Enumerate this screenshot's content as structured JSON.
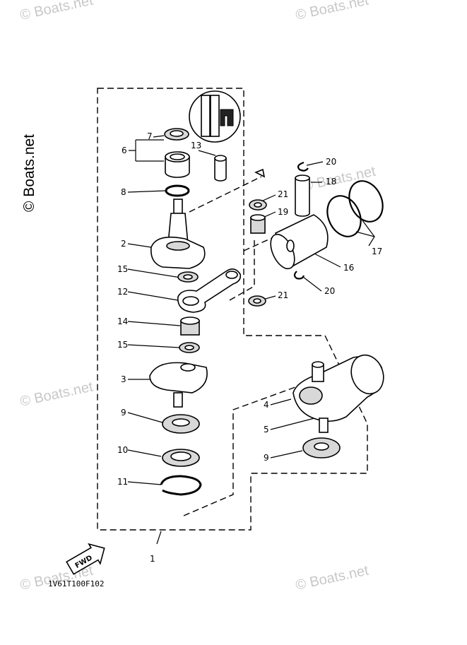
{
  "watermark": "© Boats.net",
  "diagram_code": "1V61T100F102",
  "fwd_label": "FWD",
  "callouts": {
    "c1": "1",
    "c2": "2",
    "c3": "3",
    "c4": "4",
    "c5": "5",
    "c6": "6",
    "c7": "7",
    "c8": "8",
    "c9a": "9",
    "c9b": "9",
    "c10": "10",
    "c11": "11",
    "c12": "12",
    "c13": "13",
    "c14": "14",
    "c15a": "15",
    "c15b": "15",
    "c16": "16",
    "c17": "17",
    "c18": "18",
    "c19": "19",
    "c20a": "20",
    "c20b": "20",
    "c21a": "21",
    "c21b": "21"
  }
}
